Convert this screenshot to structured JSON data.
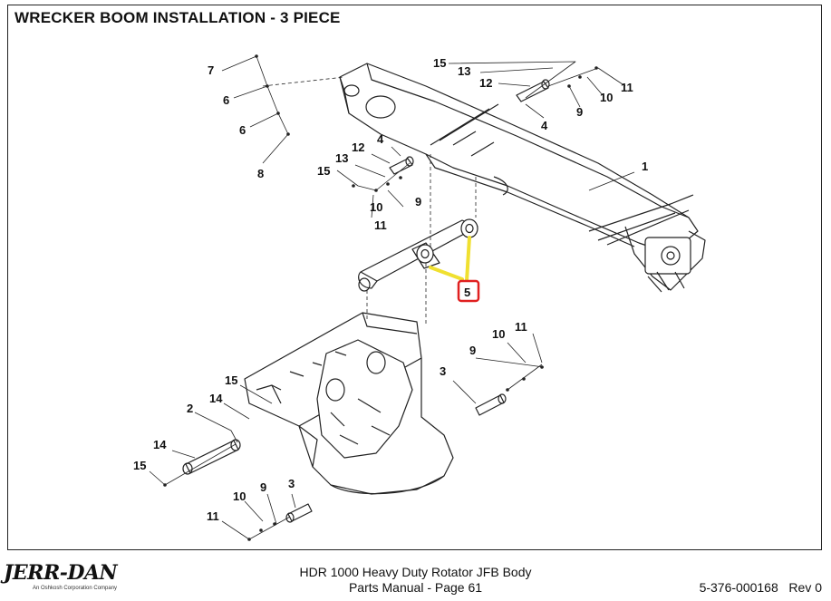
{
  "diagram": {
    "title": "WRECKER BOOM INSTALLATION - 3 PIECE",
    "callouts": {
      "c7": "7",
      "c6a": "6",
      "c6b": "6",
      "c8": "8",
      "c15a": "15",
      "c13a": "13",
      "c12a": "12",
      "c11a": "11",
      "c10a": "10",
      "c9a": "9",
      "c4a": "4",
      "c1": "1",
      "c4b": "4",
      "c12b": "12",
      "c13b": "13",
      "c15b": "15",
      "c9b": "9",
      "c10b": "10",
      "c11b": "11",
      "c5": "5",
      "c11c": "11",
      "c10c": "10",
      "c9c": "9",
      "c3a": "3",
      "c15c": "15",
      "c14a": "14",
      "c2": "2",
      "c14b": "14",
      "c15d": "15",
      "c3b": "3",
      "c9d": "9",
      "c10d": "10",
      "c11d": "11"
    },
    "highlight_color": "#f0e030",
    "highlight_box_color": "#e02020"
  },
  "footer": {
    "logo": "JERR-DAN",
    "logo_sub": "An Oshkosh Corporation Company",
    "doc_title": "HDR 1000 Heavy Duty Rotator JFB Body",
    "page_label": "Parts Manual  -  Page 61",
    "part_number": "5-376-000168",
    "revision": "Rev 0"
  }
}
